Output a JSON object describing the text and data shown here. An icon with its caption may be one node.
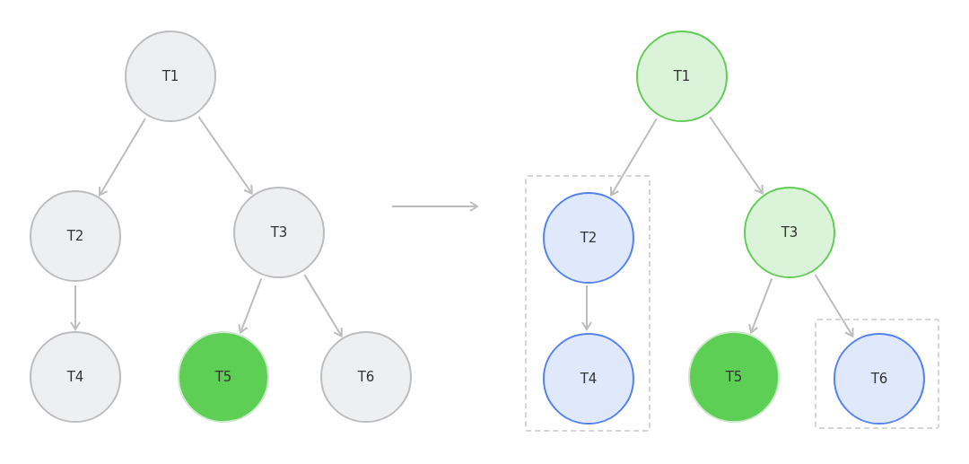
{
  "diagram": {
    "nodes": [
      {
        "text": [
          "T1"
        ]
      },
      {
        "text": [
          "T2"
        ]
      },
      {
        "text": [
          "T3"
        ]
      },
      {
        "text": [
          "T4"
        ]
      },
      {
        "text": [
          "T5"
        ]
      },
      {
        "text": [
          "T6"
        ]
      },
      {
        "text": [
          "T1"
        ]
      },
      {
        "text": [],
        "shape": "box"
      },
      {
        "text": [
          "T2"
        ],
        "in": 7
      },
      {
        "text": [
          "T3"
        ]
      },
      {
        "text": [
          "T4"
        ],
        "in": 7
      },
      {
        "text": [
          "T5"
        ]
      },
      {
        "text": [],
        "shape": "box"
      },
      {
        "text": [
          "T6"
        ],
        "in": 12
      }
    ],
    "edges": [
      {
        "from": 0,
        "to": 1,
        "arrow": "to"
      },
      {
        "from": 0,
        "to": 2,
        "arrow": "to"
      },
      {
        "from": 1,
        "to": 3,
        "arrow": "to"
      },
      {
        "from": 2,
        "to": 4,
        "arrow": "to"
      },
      {
        "from": 2,
        "to": 5,
        "arrow": "to"
      },
      {
        "from": 6,
        "to": 8,
        "arrow": "to"
      },
      {
        "from": 6,
        "to": 9,
        "arrow": "to"
      },
      {
        "from": 8,
        "to": 10,
        "arrow": "to"
      },
      {
        "from": 9,
        "to": 11,
        "arrow": "to"
      },
      {
        "from": 9,
        "to": 13,
        "arrow": "to"
      }
    ]
  }
}
